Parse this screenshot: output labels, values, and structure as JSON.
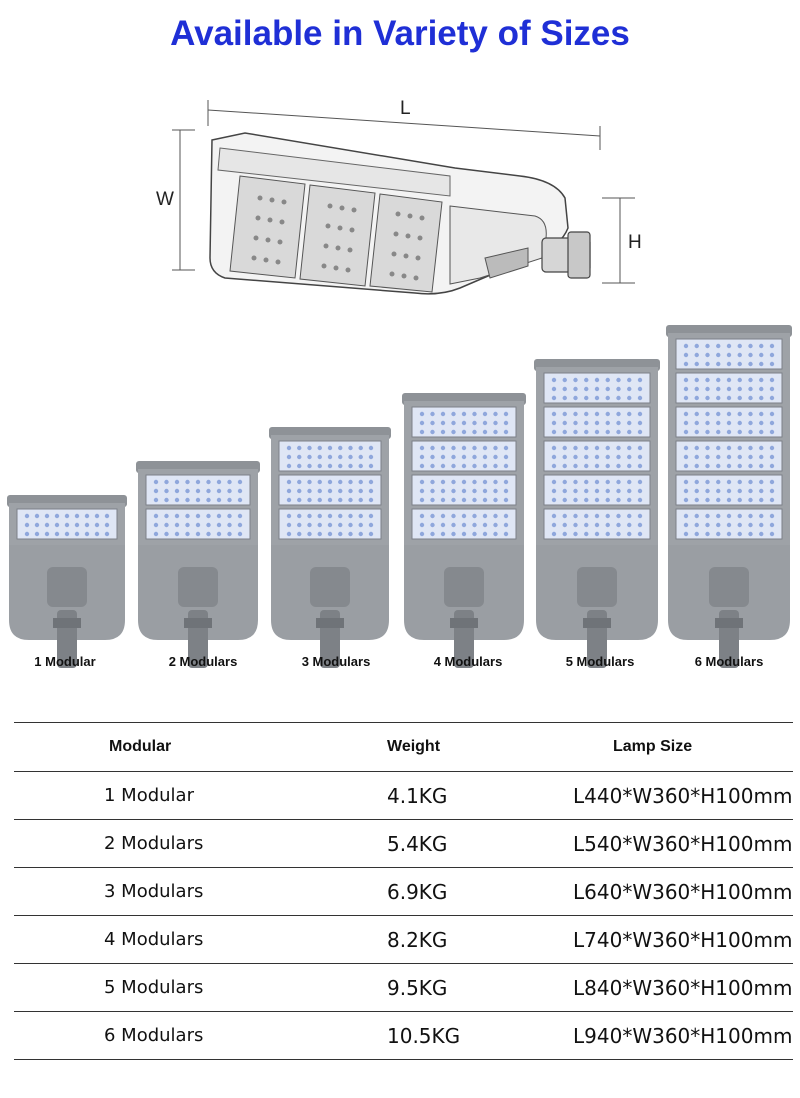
{
  "title": "Available in Variety of Sizes",
  "diagram": {
    "dim_l": "L",
    "dim_w": "W",
    "dim_h": "H"
  },
  "lamps": [
    {
      "label": "1 Modular",
      "modules": 1
    },
    {
      "label": "2 Modulars",
      "modules": 2
    },
    {
      "label": "3 Modulars",
      "modules": 3
    },
    {
      "label": "4 Modulars",
      "modules": 4
    },
    {
      "label": "5 Modulars",
      "modules": 5
    },
    {
      "label": "6 Modulars",
      "modules": 6
    }
  ],
  "table": {
    "headers": [
      "Modular",
      "Weight",
      "Lamp Size"
    ],
    "rows": [
      [
        "1 Modular",
        "4.1KG",
        "L440*W360*H100mm"
      ],
      [
        "2 Modulars",
        "5.4KG",
        "L540*W360*H100mm"
      ],
      [
        "3 Modulars",
        "6.9KG",
        "L640*W360*H100mm"
      ],
      [
        "4 Modulars",
        "8.2KG",
        "L740*W360*H100mm"
      ],
      [
        "5 Modulars",
        "9.5KG",
        "L840*W360*H100mm"
      ],
      [
        "6 Modulars",
        "10.5KG",
        "L940*W360*H100mm"
      ]
    ]
  }
}
